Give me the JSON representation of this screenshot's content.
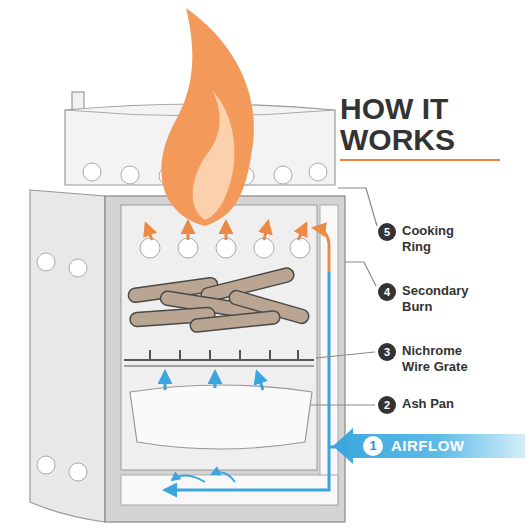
{
  "diagram": {
    "title": "HOW IT WORKS",
    "nodes": [
      {
        "text": [
          "5",
          "Cooking Ring"
        ]
      },
      {
        "text": [
          "4",
          "Secondary Burn"
        ]
      },
      {
        "text": [
          "3",
          "Nichrome Wire Grate"
        ]
      },
      {
        "text": [
          "2",
          "Ash Pan"
        ]
      },
      {
        "text": [
          "1",
          "AIRFLOW"
        ]
      }
    ]
  }
}
